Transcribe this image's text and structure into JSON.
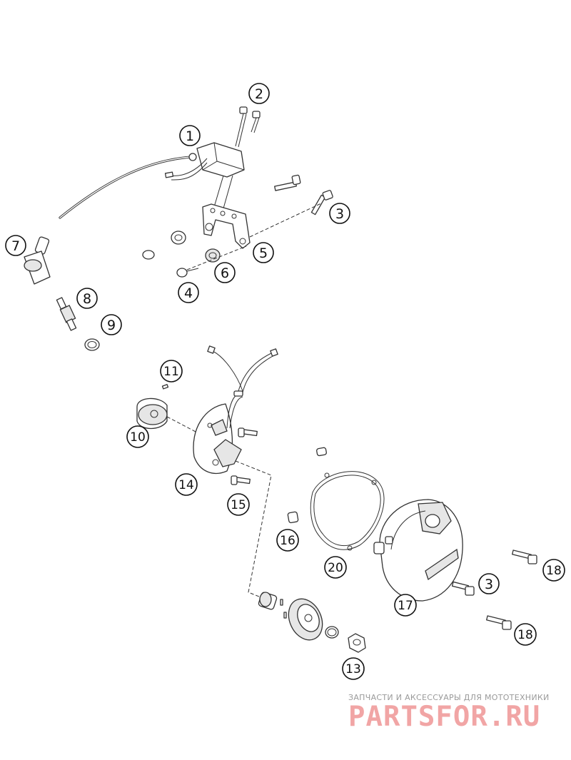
{
  "diagram": {
    "callouts": [
      {
        "id": "1",
        "label": "1"
      },
      {
        "id": "2",
        "label": "2"
      },
      {
        "id": "3a",
        "label": "3"
      },
      {
        "id": "3b",
        "label": "3"
      },
      {
        "id": "4",
        "label": "4"
      },
      {
        "id": "5",
        "label": "5"
      },
      {
        "id": "6",
        "label": "6"
      },
      {
        "id": "7",
        "label": "7"
      },
      {
        "id": "8",
        "label": "8"
      },
      {
        "id": "9",
        "label": "9"
      },
      {
        "id": "10",
        "label": "10"
      },
      {
        "id": "11",
        "label": "11"
      },
      {
        "id": "13",
        "label": "13"
      },
      {
        "id": "14",
        "label": "14"
      },
      {
        "id": "15",
        "label": "15"
      },
      {
        "id": "16",
        "label": "16"
      },
      {
        "id": "17",
        "label": "17"
      },
      {
        "id": "18a",
        "label": "18"
      },
      {
        "id": "18b",
        "label": "18"
      },
      {
        "id": "20",
        "label": "20"
      }
    ]
  },
  "watermark": {
    "subtitle": "ЗАПЧАСТИ И АКСЕССУАРЫ ДЛЯ МОТОТЕХНИКИ",
    "brand": "PARTSFOR.RU",
    "color": "#f1a5a5"
  }
}
